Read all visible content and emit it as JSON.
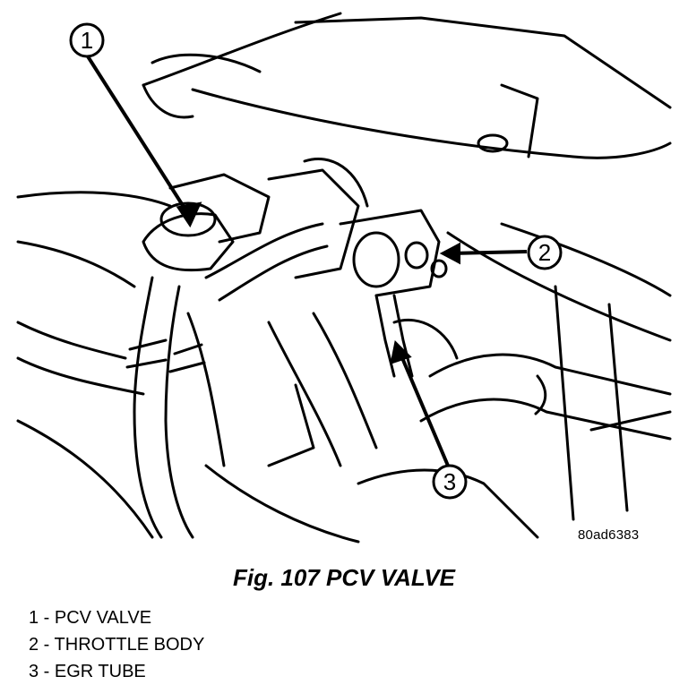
{
  "figure": {
    "image_code": "80ad6383",
    "callouts": [
      {
        "number": "1"
      },
      {
        "number": "2"
      },
      {
        "number": "3"
      }
    ]
  },
  "caption": "Fig. 107 PCV VALVE",
  "legend": [
    "1 - PCV VALVE",
    "2 - THROTTLE BODY",
    "3 - EGR TUBE"
  ]
}
